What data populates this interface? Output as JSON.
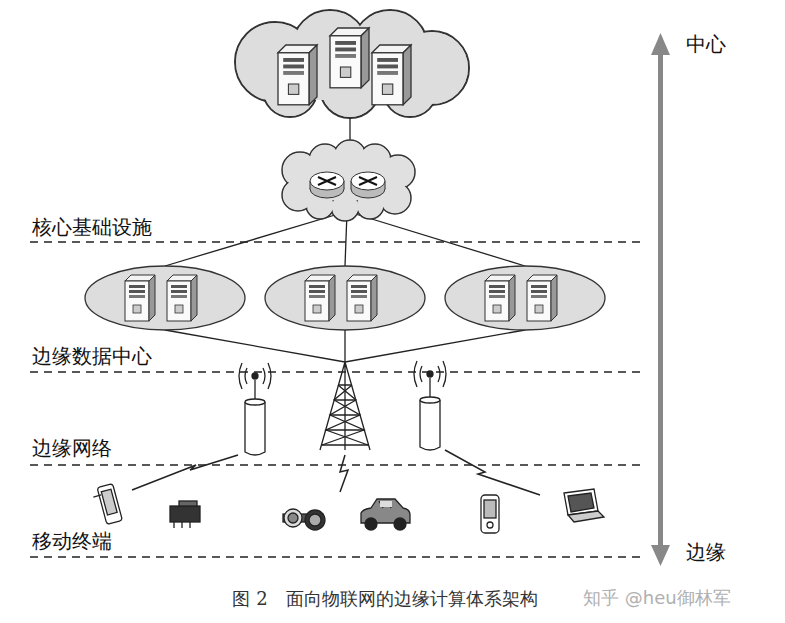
{
  "diagram": {
    "caption": "图 2　面向物联网的边缘计算体系架构",
    "labels": [
      "核心基础设施",
      "边缘数据中心",
      "边缘网络",
      "移动终端",
      "中心",
      "边缘",
      "知乎 @heu御林军"
    ]
  }
}
